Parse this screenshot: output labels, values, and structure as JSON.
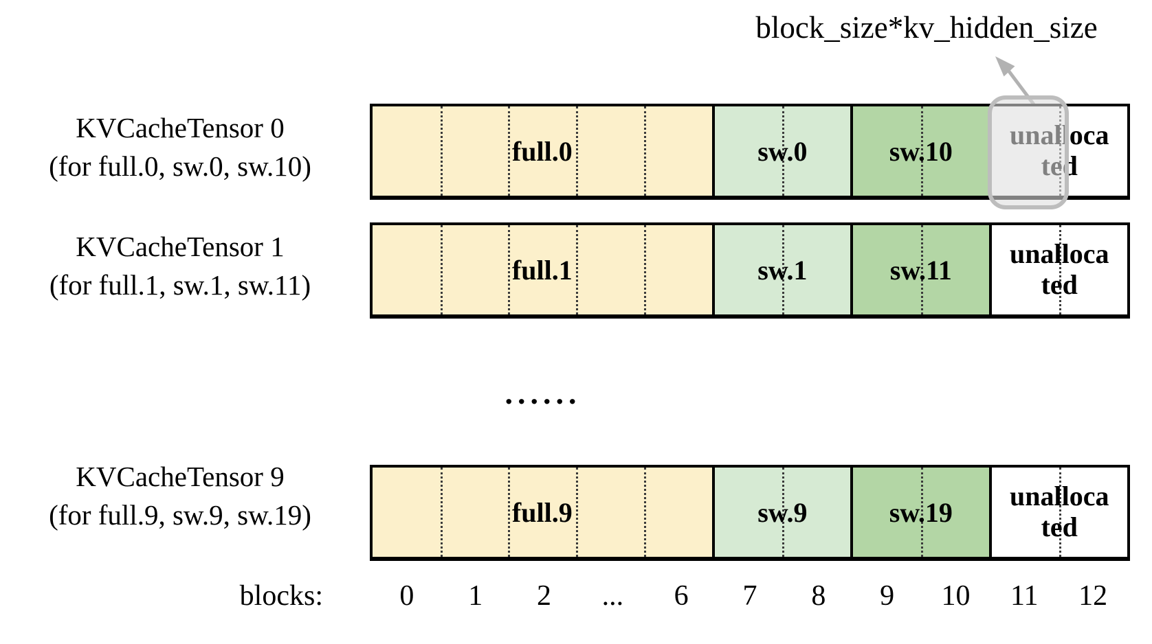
{
  "annotation": {
    "label": "block_size*kv_hidden_size"
  },
  "colors": {
    "full_segment": "#FCF0CB",
    "sw_even_segment": "#D6EAD3",
    "sw_odd_segment": "#B3D6A5",
    "unallocated_segment": "#FFFFFF",
    "highlight_border": "#BDBDBD",
    "highlight_fill": "rgba(222,222,222,0.58)",
    "arrow": "#B2B2B2",
    "bar_border": "#000000"
  },
  "rows": [
    {
      "title": "KVCacheTensor 0",
      "subtitle": "(for full.0, sw.0, sw.10)",
      "full": "full.0",
      "sw_a": "sw.0",
      "sw_b": "sw.10",
      "unallocated": "unallocated",
      "unallocated_line1": "unalloca",
      "unallocated_line2": "ted",
      "highlighted": true
    },
    {
      "title": "KVCacheTensor 1",
      "subtitle": "(for full.1, sw.1, sw.11)",
      "full": "full.1",
      "sw_a": "sw.1",
      "sw_b": "sw.11",
      "unallocated": "unallocated",
      "unallocated_line1": "unalloca",
      "unallocated_line2": "ted",
      "highlighted": false
    },
    {
      "title": "KVCacheTensor 9",
      "subtitle": "(for full.9, sw.9, sw.19)",
      "full": "full.9",
      "sw_a": "sw.9",
      "sw_b": "sw.19",
      "unallocated": "unallocated",
      "unallocated_line1": "unalloca",
      "unallocated_line2": "ted",
      "highlighted": false
    }
  ],
  "ellipsis": "......",
  "axis": {
    "label": "blocks:",
    "ticks": [
      "0",
      "1",
      "2",
      "...",
      "6",
      "7",
      "8",
      "9",
      "10",
      "11",
      "12"
    ]
  }
}
